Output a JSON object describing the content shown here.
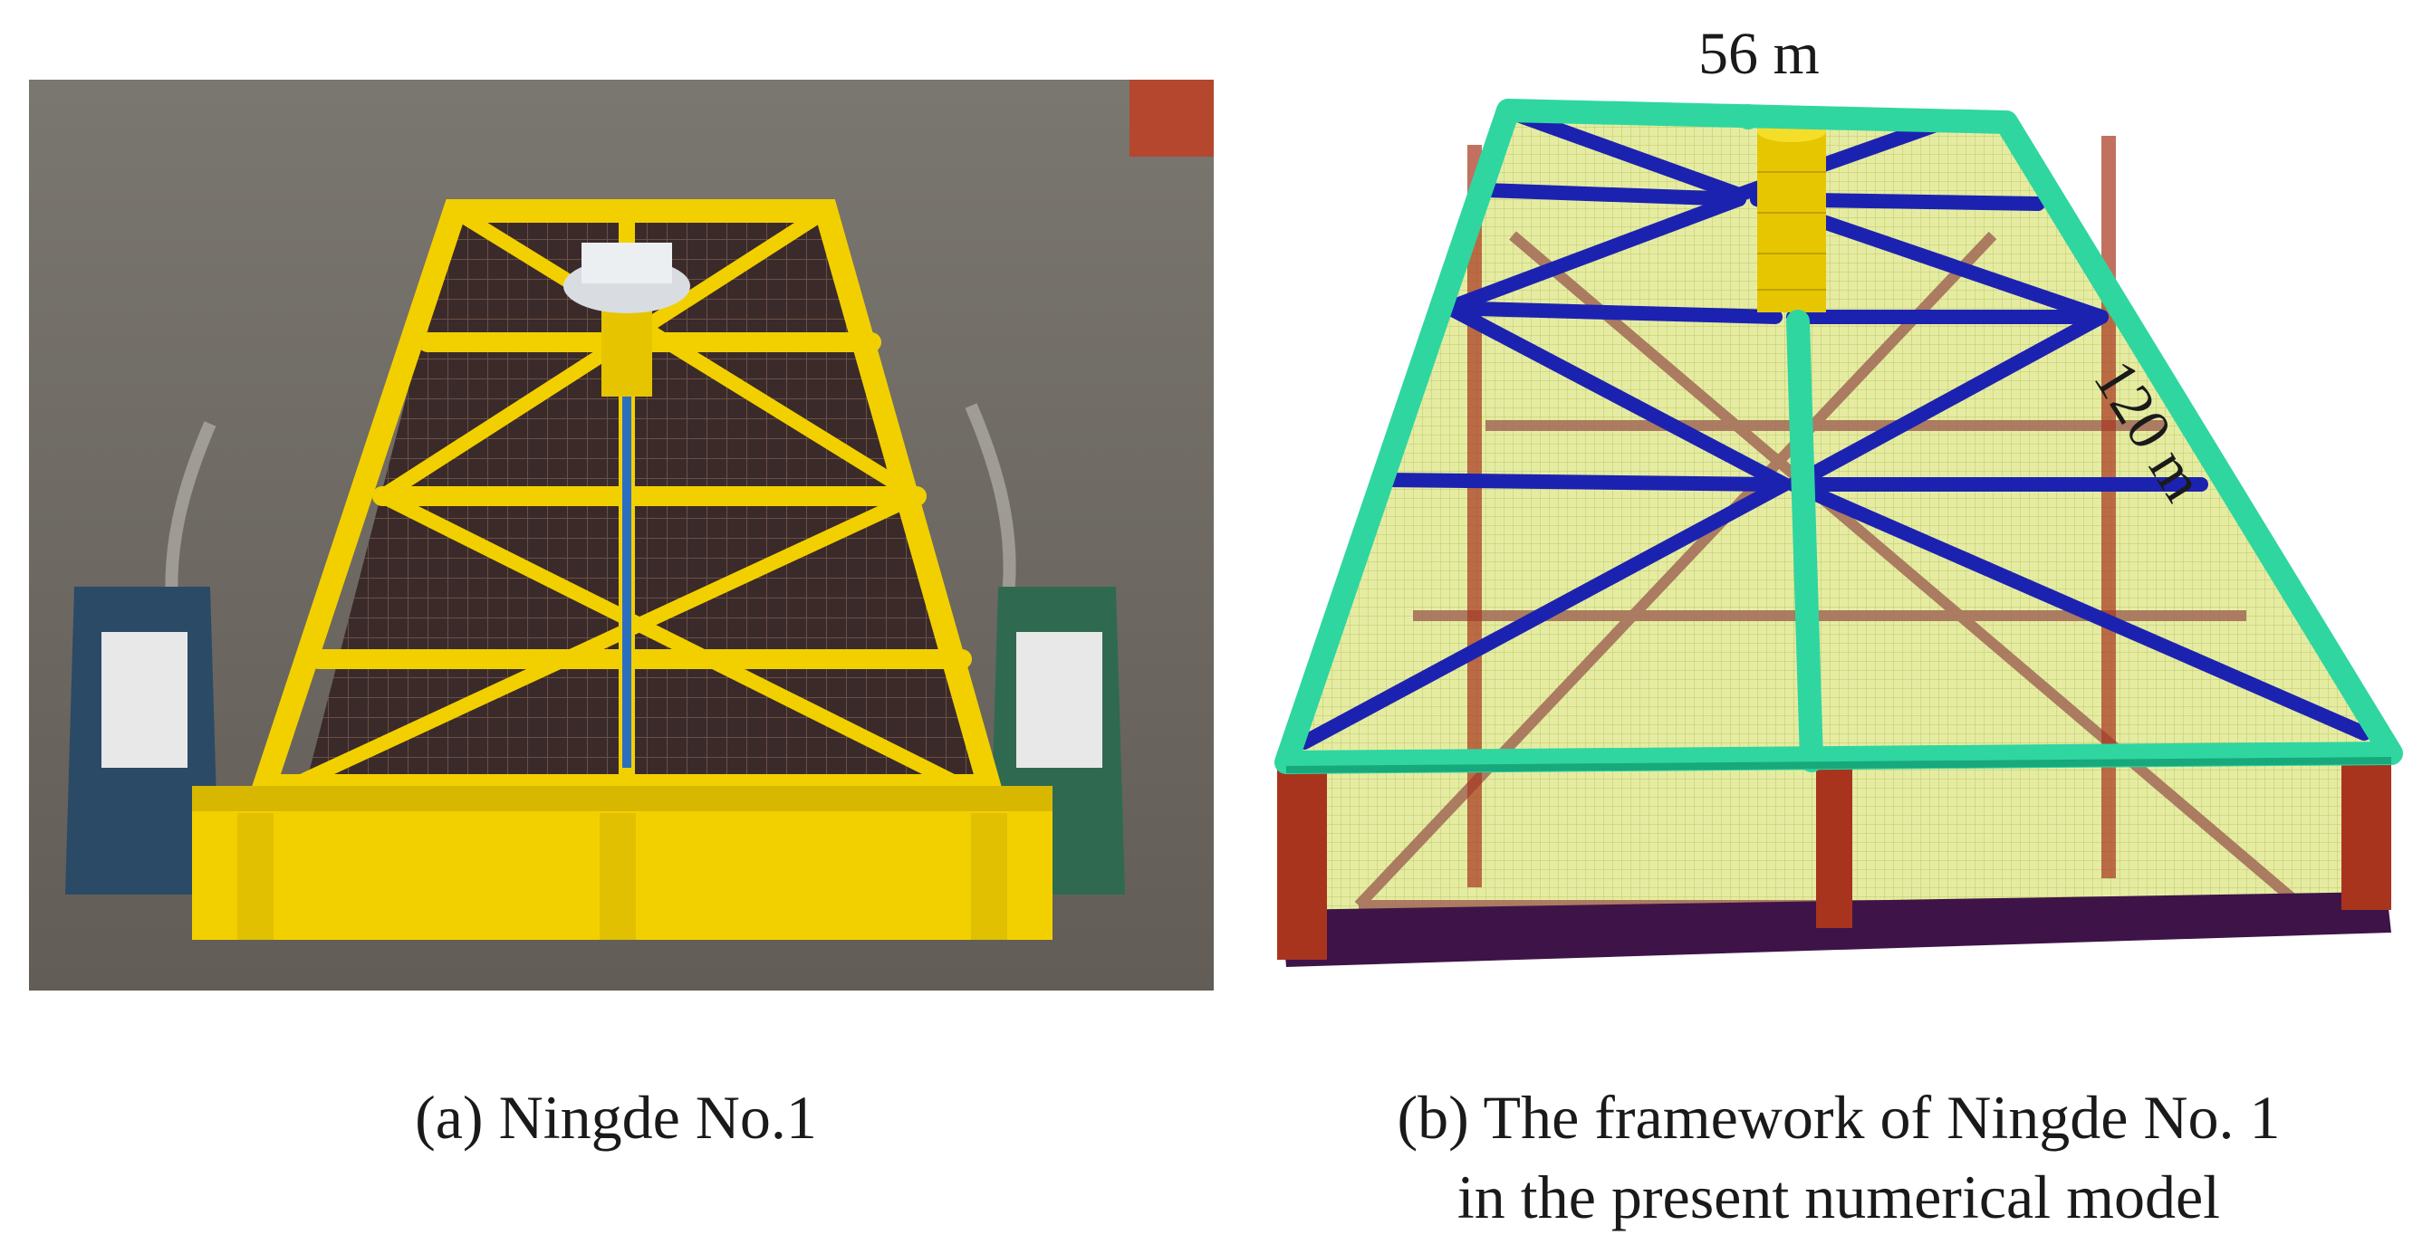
{
  "panel_a": {
    "caption": "(a) Ningde No.1"
  },
  "panel_b": {
    "caption_line1": "(b) The framework of Ningde No. 1",
    "caption_line2": "in the present numerical model",
    "dim_width": "56 m",
    "dim_length": "120 m"
  },
  "colors": {
    "water": "#6f6a62",
    "yellow_frame": "#f2d000",
    "teal_pontoon": "#2fd6a0",
    "blue_brace": "#1c22b0",
    "red_column": "#a8341e",
    "net": "#c9d84a",
    "base": "#3e1448"
  }
}
